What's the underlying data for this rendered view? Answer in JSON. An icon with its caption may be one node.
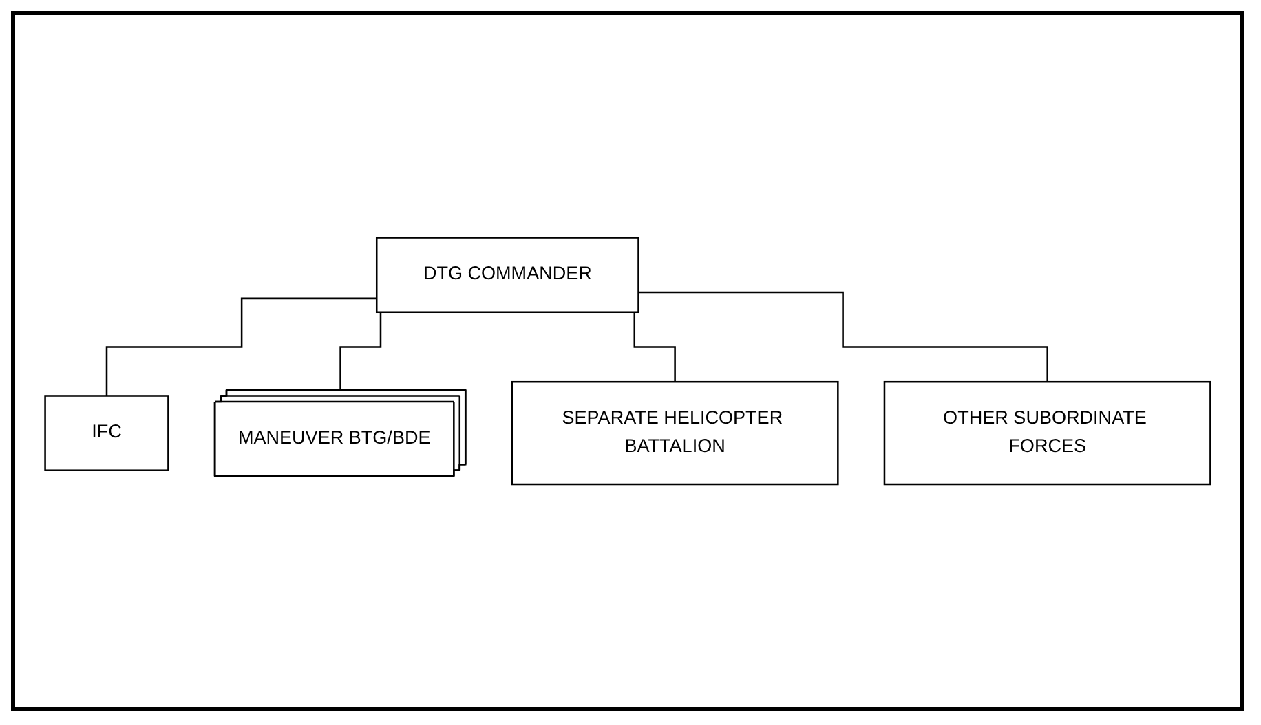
{
  "diagram": {
    "nodes": [
      {
        "text": [
          "DTG COMMANDER"
        ]
      },
      {
        "text": [
          "IFC"
        ]
      },
      {
        "text": [
          "MANEUVER BTG/BDE"
        ]
      },
      {
        "text": [
          "SEPARATE HELICOPTER BATTALION"
        ]
      },
      {
        "text": [
          "OTHER SUBORDINATE FORCES"
        ]
      }
    ],
    "edges": [
      {
        "from": 0,
        "to": 1,
        "arrow": "none"
      },
      {
        "from": 0,
        "to": 2,
        "arrow": "none"
      },
      {
        "from": 0,
        "to": 3,
        "arrow": "none"
      },
      {
        "from": 0,
        "to": 4,
        "arrow": "none"
      }
    ]
  }
}
